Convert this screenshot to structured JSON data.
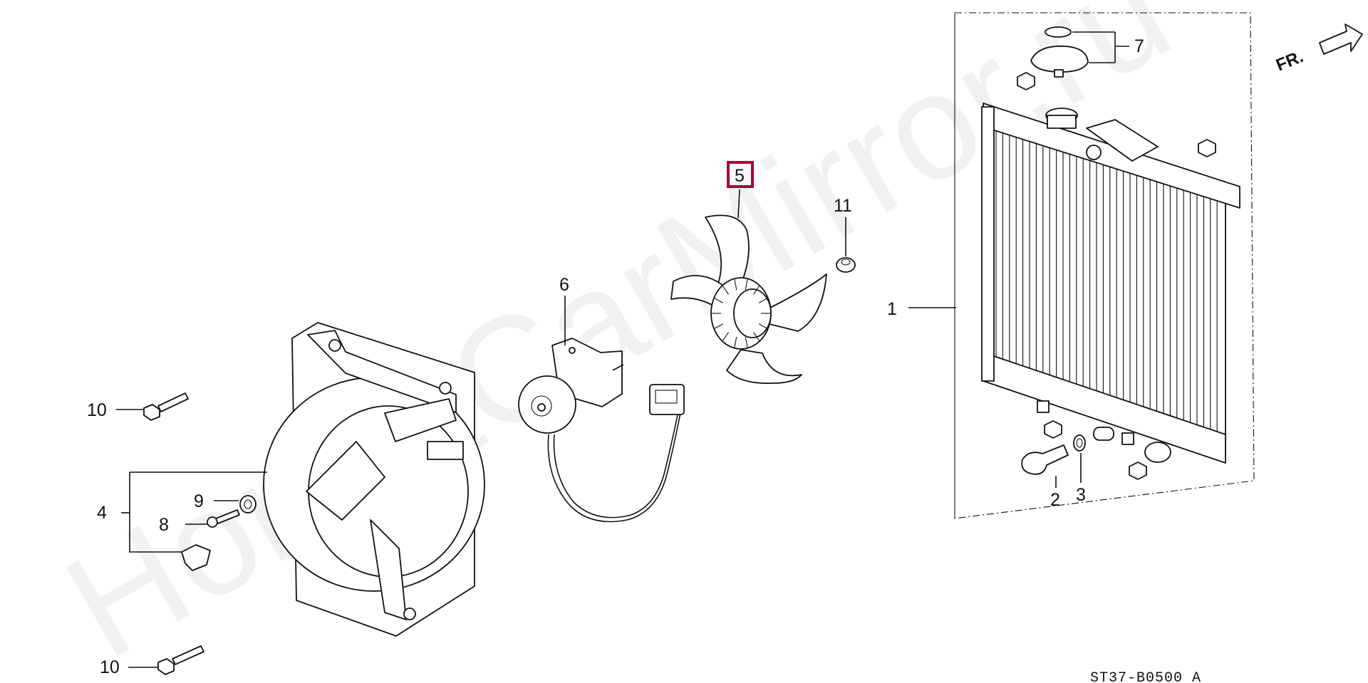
{
  "diagram": {
    "watermark": "HondaCarMirror.ru",
    "drawing_code": "ST37-B0500 A",
    "direction_label": "FR.",
    "selected_part": "5",
    "callouts": [
      {
        "id": "1",
        "label": "1"
      },
      {
        "id": "2",
        "label": "2"
      },
      {
        "id": "3",
        "label": "3"
      },
      {
        "id": "4",
        "label": "4"
      },
      {
        "id": "5",
        "label": "5"
      },
      {
        "id": "6",
        "label": "6"
      },
      {
        "id": "7",
        "label": "7"
      },
      {
        "id": "8",
        "label": "8"
      },
      {
        "id": "9",
        "label": "9"
      },
      {
        "id": "10a",
        "label": "10"
      },
      {
        "id": "10b",
        "label": "10"
      },
      {
        "id": "11",
        "label": "11"
      }
    ]
  }
}
